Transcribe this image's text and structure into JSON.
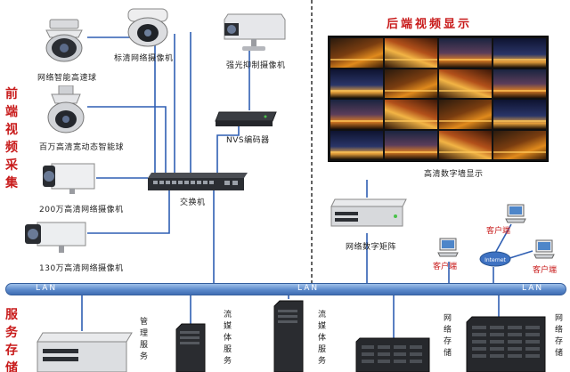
{
  "sections": {
    "front_capture": [
      "前",
      "端",
      "视",
      "频",
      "采",
      "集"
    ],
    "backend_display": "后端视频显示",
    "service_storage": [
      "服",
      "务",
      "存",
      "储"
    ]
  },
  "devices": {
    "ptz_smart_dome": "网络智能高速球",
    "sd_network_camera": "标清网络摄像机",
    "strong_light_camera": "强光抑制摄像机",
    "wdr_smart_dome": "百万高清宽动态智能球",
    "hd_2mp_camera": "200万高清网络摄像机",
    "hd_1_3mp_camera": "130万高清网络摄像机",
    "nvs_encoder": "NVS编码器",
    "switch": "交换机",
    "video_wall": "高清数字墙显示",
    "network_matrix": "网络数字矩阵"
  },
  "clients": {
    "client_top": "客户端",
    "client_left": "客户端",
    "client_right": "客户端",
    "internet": "Internet"
  },
  "network": {
    "lan_left": "LAN",
    "lan_mid": "LAN",
    "lan_right": "LAN"
  },
  "servers": {
    "management": [
      "管",
      "理",
      "服",
      "务"
    ],
    "streaming_1": [
      "流",
      "媒",
      "体",
      "服",
      "务"
    ],
    "streaming_2": [
      "流",
      "媒",
      "体",
      "服",
      "务"
    ],
    "storage_1": [
      "网",
      "络",
      "存",
      "储"
    ],
    "storage_2": [
      "网",
      "络",
      "存",
      "储"
    ]
  },
  "colors": {
    "accent_red": "#c81a1a",
    "lan_bar": "#6b97cf",
    "link_blue": "#2f5fb3",
    "switch_dark": "#2b2e33"
  }
}
